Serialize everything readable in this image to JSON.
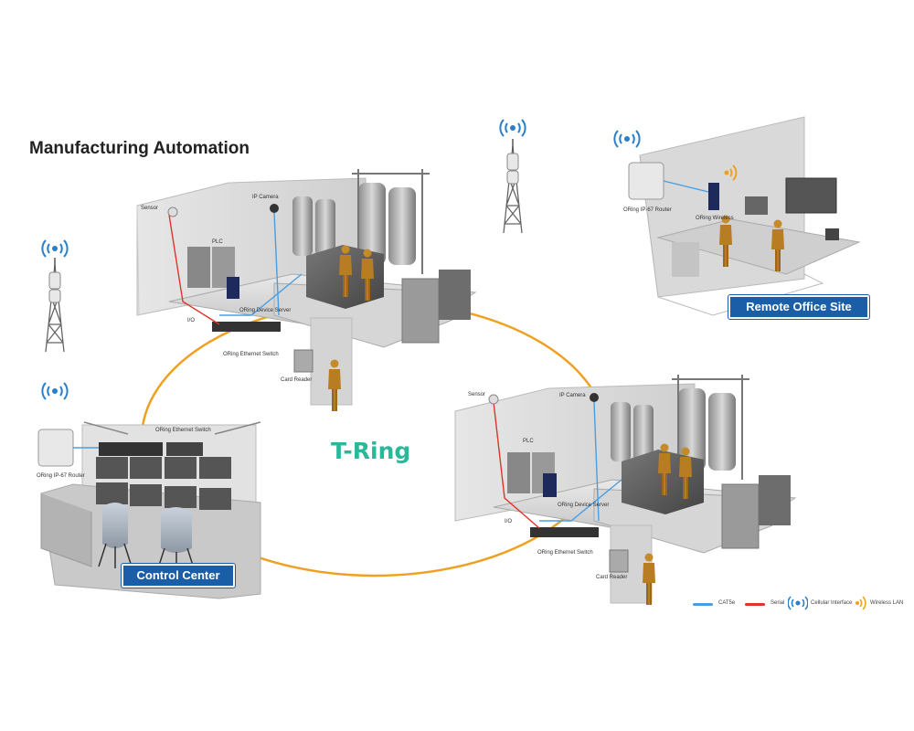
{
  "title": "Manufacturing Automation",
  "ring_label": "T-Ring",
  "badges": {
    "remote_office": "Remote Office Site",
    "control_center": "Control Center"
  },
  "factory_top": {
    "sensor": "Sensor",
    "ip_camera": "IP Camera",
    "plc": "PLC",
    "io": "I/O",
    "device_server": "ORing Device Server",
    "ethernet_switch": "ORing Ethernet Switch",
    "card_reader": "Card Reader"
  },
  "factory_bottom": {
    "sensor": "Sensor",
    "ip_camera": "IP Camera",
    "plc": "PLC",
    "io": "I/O",
    "device_server": "ORing Device Server",
    "ethernet_switch": "ORing Ethernet Switch",
    "card_reader": "Card Reader"
  },
  "remote_office": {
    "router": "ORing IP-67 Router",
    "wireless_device": "ORing Wireless"
  },
  "control_center": {
    "switch": "ORing Ethernet Switch",
    "router": "ORing IP-67 Router"
  },
  "legend": {
    "cat5e": "CAT5e",
    "serial": "Serial",
    "cellular": "Cellular Interface",
    "wireless": "Wireless LAN"
  },
  "colors": {
    "ring": "#f0a020",
    "cat5e": "#4a9ee0",
    "serial": "#e0332a",
    "badge": "#1a5ea8",
    "ring_label": "#2bb89a",
    "wireless_icon": "#2a7fc8",
    "wifi_icon": "#f0a020"
  }
}
